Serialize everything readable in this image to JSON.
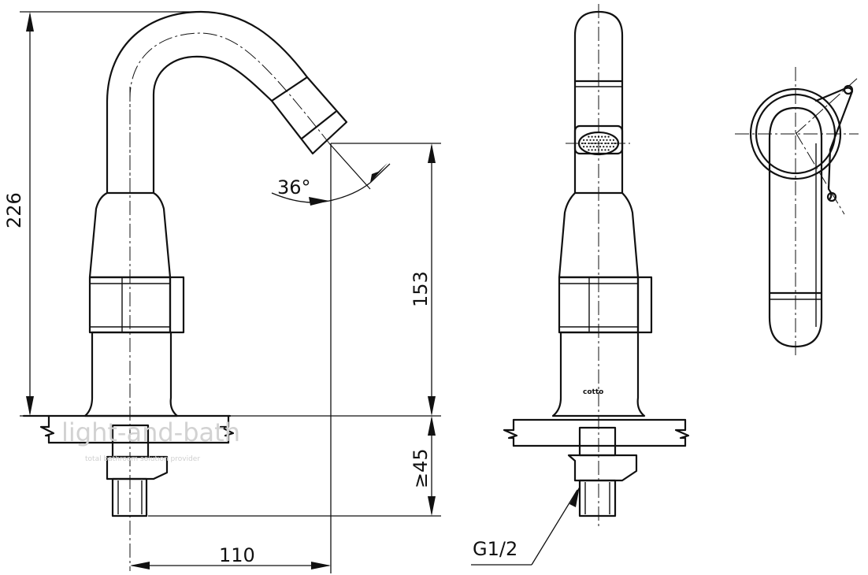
{
  "dimensions": {
    "height_total": "226",
    "spout_height": "153",
    "thickness_min": "≥45",
    "spout_reach": "110",
    "spout_angle": "36°",
    "thread": "G1/2"
  },
  "watermark": {
    "title": "light-and-bath",
    "subtitle": "total bathroom solution provider"
  },
  "brand_mark": "cotto"
}
